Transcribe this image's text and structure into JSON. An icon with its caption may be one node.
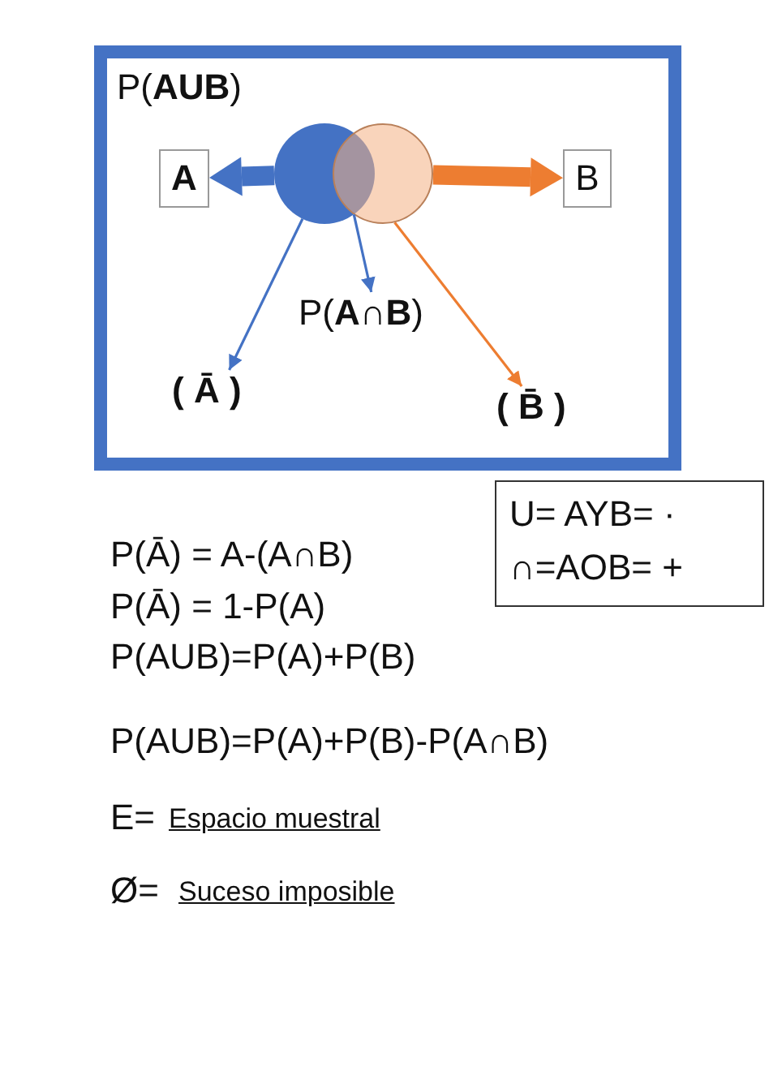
{
  "diagram": {
    "nodes": [
      {
        "text": [
          "P(**AUB**)"
        ]
      },
      {
        "text": [],
        "shape": "circle",
        "in": 0
      },
      {
        "text": [],
        "shape": "circle",
        "in": 0
      },
      {
        "text": [
          "A"
        ],
        "in": 0
      },
      {
        "text": [
          "B"
        ],
        "in": 0
      },
      {
        "text": [
          "P(**A∩B**)"
        ],
        "in": 0
      },
      {
        "text": [
          "( Ā )"
        ],
        "in": 0
      },
      {
        "text": [
          "( B̄ )"
        ],
        "in": 0
      },
      {
        "text": [
          "U= AYB= ·",
          "∩=AOB= +"
        ]
      }
    ],
    "edges": [
      {
        "from": 1,
        "to": 3,
        "arrow": "to",
        "style": "thick"
      },
      {
        "from": 2,
        "to": 4,
        "arrow": "to",
        "style": "thick",
        "color": "#ed7d31"
      },
      {
        "from": 1,
        "to": 6,
        "arrow": "to"
      },
      {
        "from": 1,
        "to": 5,
        "arrow": "to"
      },
      {
        "from": 2,
        "to": 7,
        "arrow": "to",
        "color": "#ed7d31"
      }
    ],
    "labels": [
      "P(Ā) = A-(A∩B)",
      "P(Ā) = 1-P(A)",
      "P(AUB)=P(A)+P(B)",
      "P(AUB)=P(A)+P(B)-P(A∩B)",
      "E=",
      "Espacio muestral",
      "Ø=",
      "Suceso imposible"
    ]
  }
}
